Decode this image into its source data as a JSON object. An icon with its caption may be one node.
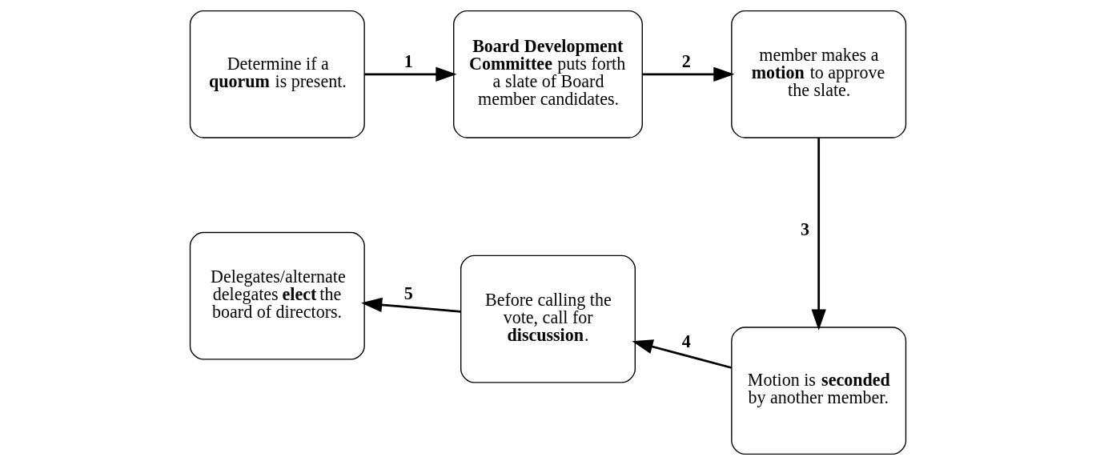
{
  "diagram": {
    "nodes": [
      {
        "text": [
          "Determine if a **quorum** is present."
        ]
      },
      {
        "text": [
          "**Board Development Committee** puts forth a slate of Board member candidates."
        ]
      },
      {
        "text": [
          "member makes a **motion** to approve the slate."
        ]
      },
      {
        "text": [
          "Motion is **seconded** by another member."
        ]
      },
      {
        "text": [
          "Before calling the vote, call for **discussion**."
        ]
      },
      {
        "text": [
          "Delegates/alternate delegates **elect** the board of directors."
        ]
      }
    ],
    "edges": [
      {
        "from": 0,
        "to": 1,
        "arrow": "to",
        "label": "1"
      },
      {
        "from": 1,
        "to": 2,
        "arrow": "to",
        "label": "2"
      },
      {
        "from": 2,
        "to": 3,
        "arrow": "to",
        "label": "3"
      },
      {
        "from": 3,
        "to": 4,
        "arrow": "to",
        "label": "4"
      },
      {
        "from": 4,
        "to": 5,
        "arrow": "to",
        "label": "5"
      }
    ]
  }
}
